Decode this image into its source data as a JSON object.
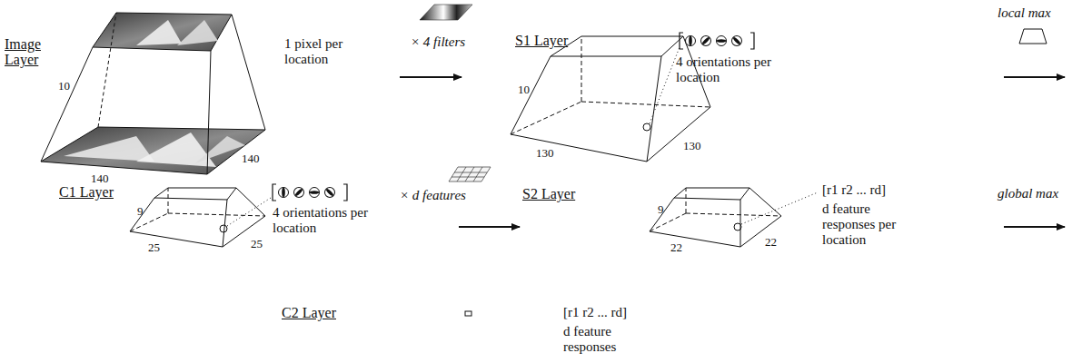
{
  "diagram": {
    "labels": [
      "Image Layer",
      "10",
      "140",
      "140",
      "1 pixel per location",
      "× 4 filters",
      "S1 Layer",
      "10",
      "130",
      "130",
      "4 orientations per location",
      "local max",
      "C1 Layer",
      "9",
      "25",
      "25",
      "4 orientations per location",
      "× d features",
      "S2 Layer",
      "9",
      "22",
      "22",
      "[r1  r2 ... rd]",
      "d feature responses per location",
      "global max",
      "C2 Layer",
      "[r1  r2 ... rd]",
      "d feature responses"
    ]
  }
}
